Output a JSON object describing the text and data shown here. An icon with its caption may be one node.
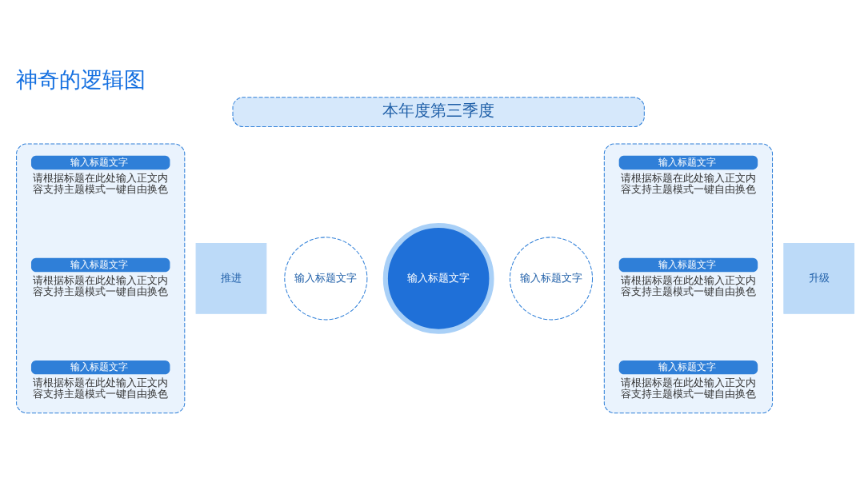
{
  "diagram": {
    "title": "神奇的逻辑图",
    "nodes": [
      {
        "text": [
          "本年度第三季度"
        ]
      },
      {
        "text": [],
        "shape": "oval"
      },
      {
        "text": [
          "输入标题文字",
          "请根据标题在此处输入正文内容支持主题模式一键自由换色"
        ],
        "in": 1
      },
      {
        "text": [
          "输入标题文字",
          "请根据标题在此处输入正文内容支持主题模式一键自由换色"
        ],
        "in": 1
      },
      {
        "text": [
          "输入标题文字",
          "请根据标题在此处输入正文内容支持主题模式一键自由换色"
        ],
        "in": 1
      },
      {
        "text": [
          "推进"
        ]
      },
      {
        "text": [
          "输入标题文字"
        ]
      },
      {
        "text": [
          "输入标题文字"
        ]
      },
      {
        "text": [
          "输入标题文字"
        ]
      },
      {
        "text": [
          "升级"
        ]
      },
      {
        "text": [],
        "shape": "oval"
      },
      {
        "text": [
          "输入标题文字",
          "请根据标题在此处输入正文内容支持主题模式一键自由换色"
        ],
        "in": 10
      },
      {
        "text": [
          "输入标题文字",
          "请根据标题在此处输入正文内容支持主题模式一键自由换色"
        ],
        "in": 10
      },
      {
        "text": [
          "输入标题文字",
          "请根据标题在此处输入正文内容支持主题模式一键自由换色"
        ],
        "in": 10
      }
    ],
    "edges": []
  }
}
